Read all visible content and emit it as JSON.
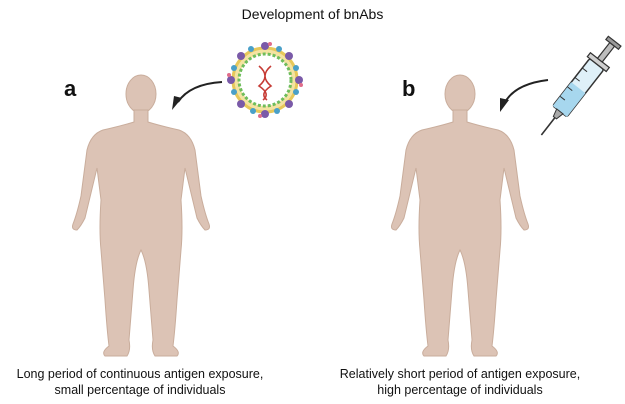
{
  "title": "Development of bnAbs",
  "panels": [
    {
      "letter": "a",
      "caption_line1": "Long period of continuous antigen exposure,",
      "caption_line2": "small percentage of individuals",
      "source_icon": "virus-icon"
    },
    {
      "letter": "b",
      "caption_line1": "Relatively short period of antigen exposure,",
      "caption_line2": "high percentage of individuals",
      "source_icon": "syringe-icon"
    }
  ],
  "colors": {
    "skin": "#dcc3b5",
    "skin_edge": "#c9ad9c",
    "arrow": "#222222"
  }
}
